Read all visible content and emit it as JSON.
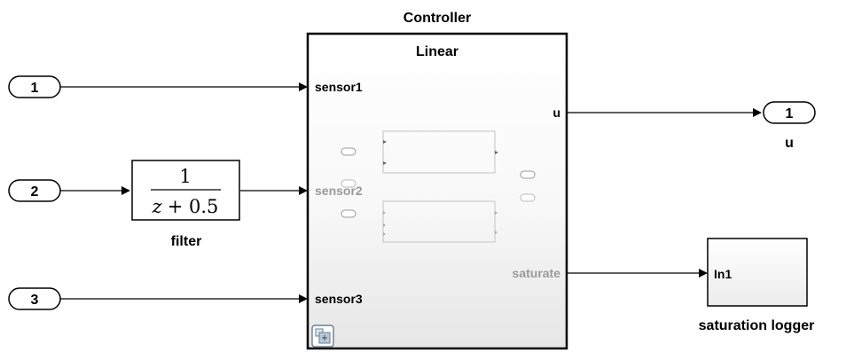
{
  "controller": {
    "title": "Controller",
    "variant": "Linear",
    "inputs": [
      "sensor1",
      "sensor2",
      "sensor3"
    ],
    "outputs": [
      "u",
      "saturate"
    ]
  },
  "inports": [
    "1",
    "2",
    "3"
  ],
  "filter": {
    "numerator": "1",
    "denominator_var": "z",
    "denominator_rest": "+ 0.5",
    "label": "filter"
  },
  "outport": {
    "number": "1",
    "label": "u"
  },
  "logger": {
    "port": "In1",
    "label": "saturation logger"
  }
}
